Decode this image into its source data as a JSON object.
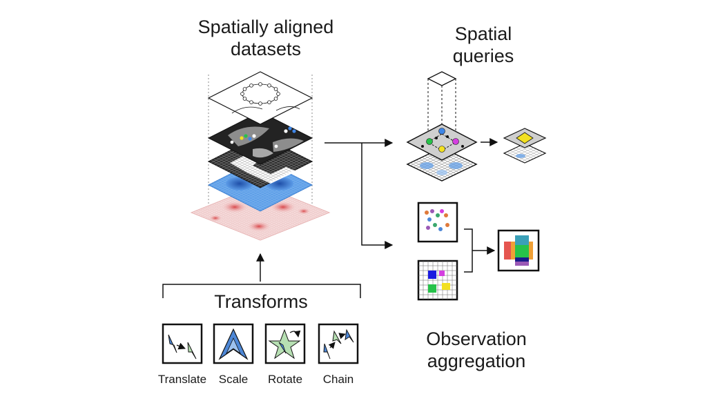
{
  "labels": {
    "datasets_line1": "Spatially aligned",
    "datasets_line2": "datasets",
    "queries_line1": "Spatial",
    "queries_line2": "queries",
    "transforms": "Transforms",
    "aggregation_line1": "Observation",
    "aggregation_line2": "aggregation"
  },
  "transform_items": [
    "Translate",
    "Scale",
    "Rotate",
    "Chain"
  ],
  "layers": [
    {
      "name": "shapes-outline",
      "fill": "#ffffff"
    },
    {
      "name": "segmentation",
      "fill": "#2b2b2b"
    },
    {
      "name": "label-mask",
      "fill": "#3a3a3a"
    },
    {
      "name": "image-blue",
      "fill": "#4d8fe0"
    },
    {
      "name": "image-red",
      "fill": "#f2c9c9"
    }
  ],
  "colors": {
    "ink": "#111111",
    "blue": "#3f86e6",
    "red": "#d8474a",
    "green": "#27c24a",
    "magenta": "#d43fe0",
    "yellow": "#f2e021",
    "star": "#b7e0b3",
    "arrow_blue": "#4d87d6"
  }
}
